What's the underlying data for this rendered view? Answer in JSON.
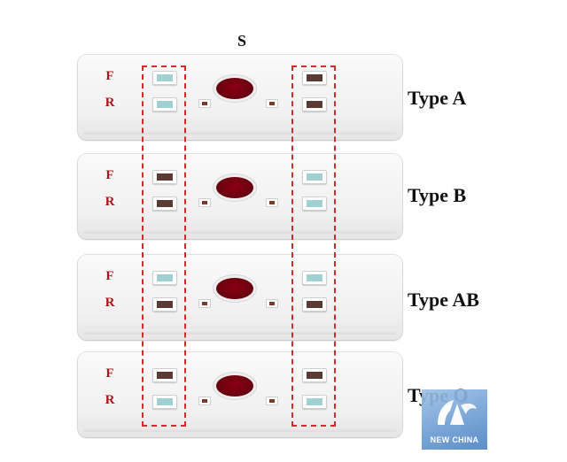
{
  "figure": {
    "column_label": "S",
    "row_labels": {
      "forward": "F",
      "reverse": "R"
    },
    "colors": {
      "label_red": "#b1141b",
      "dash_red": "#d62a2a",
      "positive": "#5a3a33",
      "negative": "#9fd0d2",
      "sample": "#7a0010"
    }
  },
  "cards": [
    {
      "type_label": "Type A",
      "left_F": "negative",
      "left_R": "negative",
      "right_F": "positive",
      "right_R": "positive"
    },
    {
      "type_label": "Type B",
      "left_F": "positive",
      "left_R": "positive",
      "right_F": "negative",
      "right_R": "negative"
    },
    {
      "type_label": "Type AB",
      "left_F": "negative",
      "left_R": "positive",
      "right_F": "negative",
      "right_R": "positive"
    },
    {
      "type_label": "Type O",
      "left_F": "positive",
      "left_R": "negative",
      "right_F": "positive",
      "right_R": "negative"
    }
  ],
  "watermark": {
    "text": "NEW CHINA",
    "icon": "xinhua-logo-icon"
  }
}
